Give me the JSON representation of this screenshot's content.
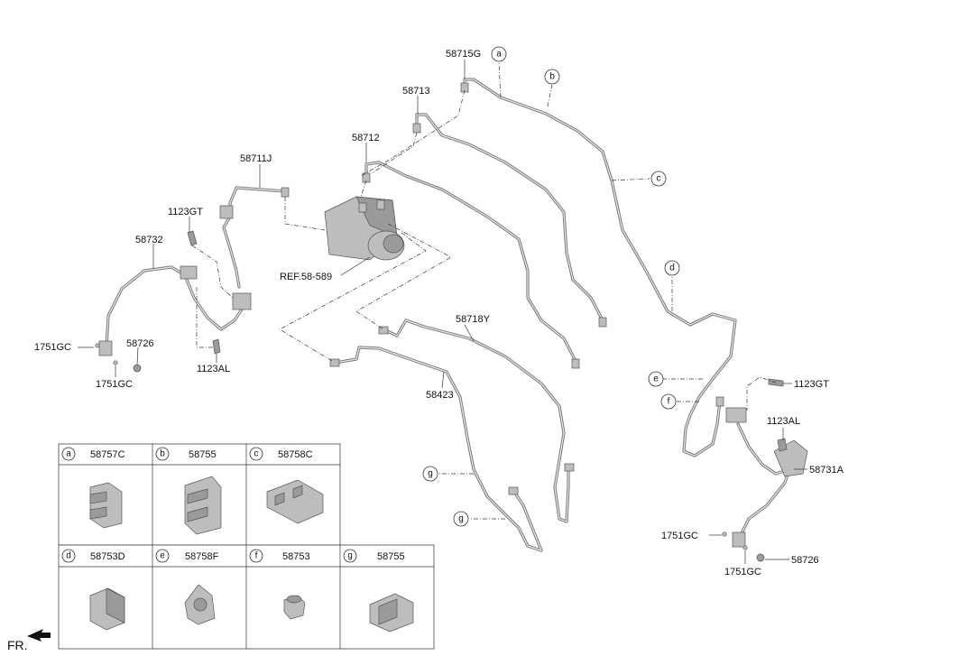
{
  "labels": {
    "p58715G": "58715G",
    "p58713": "58713",
    "p58712": "58712",
    "p58711J": "58711J",
    "p1123GT_left": "1123GT",
    "p58732": "58732",
    "p1751GC_left_a": "1751GC",
    "p58726_left": "58726",
    "p1751GC_left_b": "1751GC",
    "p1123AL_left": "1123AL",
    "ref": "REF.58-589",
    "p58718Y": "58718Y",
    "p58423": "58423",
    "p1123GT_right": "1123GT",
    "p1123AL_right": "1123AL",
    "p58731A": "58731A",
    "p1751GC_right_a": "1751GC",
    "p58726_right": "58726",
    "p1751GC_right_b": "1751GC"
  },
  "callouts": {
    "a": "a",
    "b": "b",
    "c": "c",
    "d": "d",
    "e": "e",
    "f": "f",
    "g1": "g",
    "g2": "g"
  },
  "legend": {
    "row1": [
      {
        "letter": "a",
        "part": "58757C"
      },
      {
        "letter": "b",
        "part": "58755"
      },
      {
        "letter": "c",
        "part": "58758C"
      }
    ],
    "row2": [
      {
        "letter": "d",
        "part": "58753D"
      },
      {
        "letter": "e",
        "part": "58758F"
      },
      {
        "letter": "f",
        "part": "58753"
      },
      {
        "letter": "g",
        "part": "58755"
      }
    ]
  },
  "front": "FR."
}
